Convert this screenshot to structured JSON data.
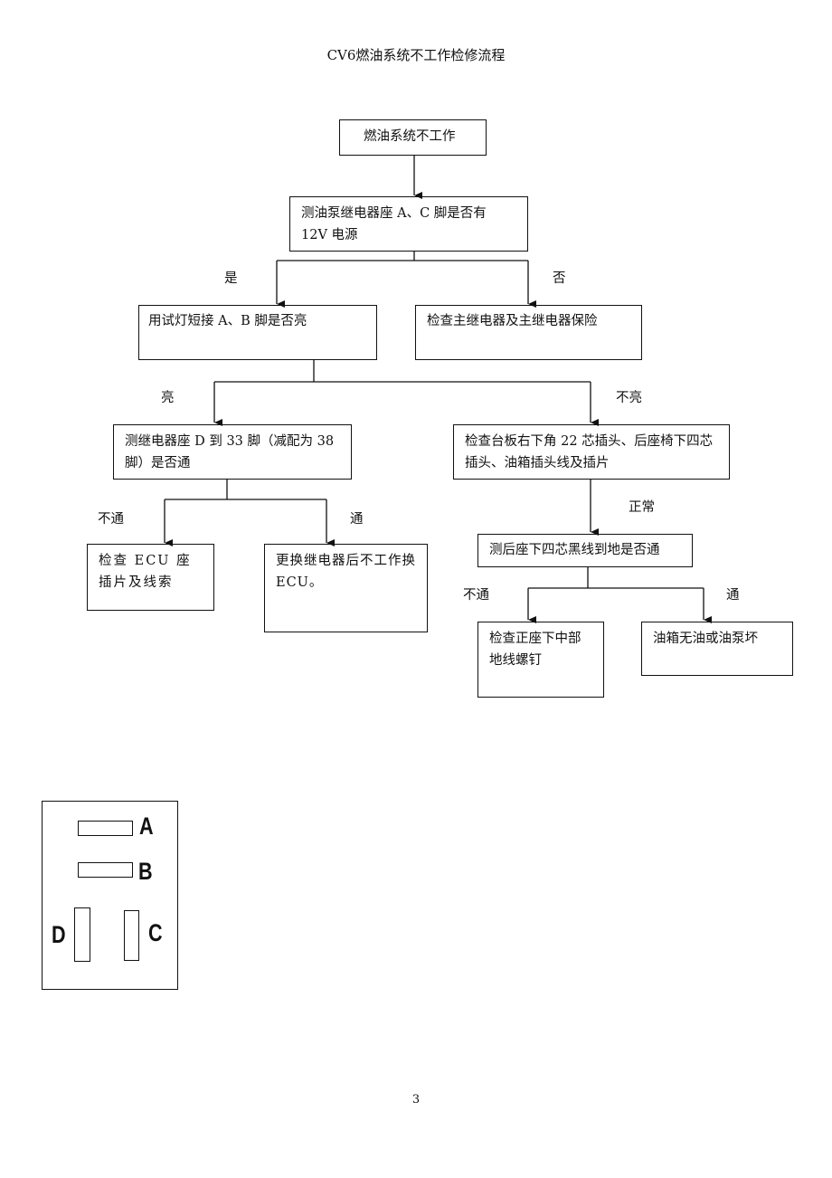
{
  "page": {
    "title": "CV6燃油系统不工作检修流程",
    "page_number": "3"
  },
  "flowchart": {
    "start": "燃油系统不工作",
    "q1": "测油泵继电器座 A、C 脚是否有 12V 电源",
    "q1_yes": "是",
    "q1_no": "否",
    "q2": "用试灯短接 A、B 脚是否亮",
    "no_power_action": "检查主继电器及主继电器保险",
    "q2_lit": "亮",
    "q2_unlit": "不亮",
    "q3": "测继电器座 D 到 33 脚（减配为 38 脚）是否通",
    "q4": "检查台板右下角 22 芯插头、后座椅下四芯插头、油箱插头线及插片",
    "q3_open": "不通",
    "q3_closed": "通",
    "ecu_check": "检查 ECU 座插片及线索",
    "ecu_replace": "更换继电器后不工作换 ECU。",
    "q4_normal": "正常",
    "q5": "测后座下四芯黑线到地是否通",
    "q5_open": "不通",
    "q5_closed": "通",
    "ground_check": "检查正座下中部地线螺钉",
    "tank_result": "油箱无油或油泵坏"
  },
  "socket_diagram": {
    "pin_a": "A",
    "pin_b": "B",
    "pin_c": "C",
    "pin_d": "D"
  }
}
